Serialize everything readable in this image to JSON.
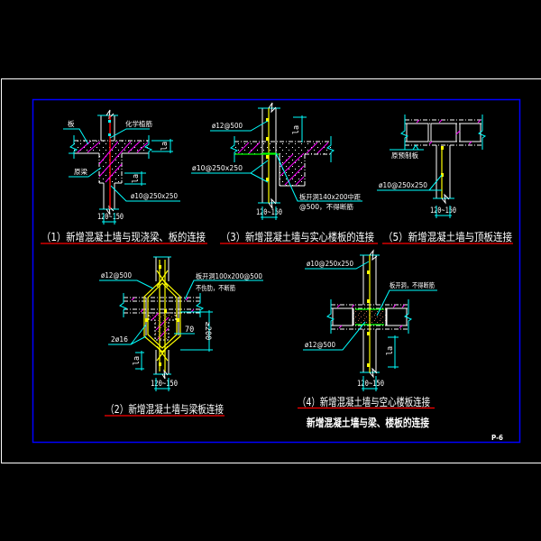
{
  "drawing": {
    "title": "新增混凝土墙与梁、楼板的连接",
    "sheet_number": "P-6",
    "details": {
      "d1": {
        "caption": "（1）新增混凝土墙与现浇梁、板的连接",
        "label_slab": "板",
        "label_chem_anchor": "化学植筋",
        "label_beam": "原梁",
        "label_rebar": "ø10@250x250",
        "dim_thickness": "120~150",
        "dim_anchor": "la"
      },
      "d2": {
        "caption": "（2）新增混凝土墙与梁板连接",
        "label_rebar": "ø12@500",
        "label_hole": "板开洞100x200@500",
        "label_hole_note": "不伤肋，不断筋",
        "label_bars": "2ø16",
        "dim_70": "70",
        "dim_200": "≥200",
        "dim_thickness": "120~150",
        "dim_anchor": "la"
      },
      "d3": {
        "caption": "（3）新增混凝土墙与实心楼板的连接",
        "label_rebar_top": "ø12@500",
        "label_rebar": "ø10@250x250",
        "label_hole": "板开洞140x200中距",
        "label_hole_note": "@500，不得断筋",
        "dim_thickness": "120~150",
        "dim_anchor": "la"
      },
      "d4": {
        "caption": "（4）新增混凝土墙与空心楼板连接",
        "label_rebar": "ø10@250x250",
        "label_hole": "板开洞，不得断筋",
        "label_rebar_bottom": "ø12@500",
        "dim_thickness": "120~150",
        "dim_anchor": "la"
      },
      "d5": {
        "caption": "（5）新增混凝土墙与顶板连接",
        "label_slab": "原预制板",
        "label_rebar": "ø10@250x250",
        "dim_thickness": "120~150"
      }
    }
  },
  "colors": {
    "background": "#000000",
    "outer_frame": "#ffffff",
    "inner_frame": "#0000ff",
    "leader": "#00ffff",
    "rebar_yellow": "#ffff00",
    "rebar_red": "#ff0000",
    "hatch": "#ff00ff",
    "caption_underline": "#ff0000",
    "stirrup_green": "#00ff00"
  }
}
